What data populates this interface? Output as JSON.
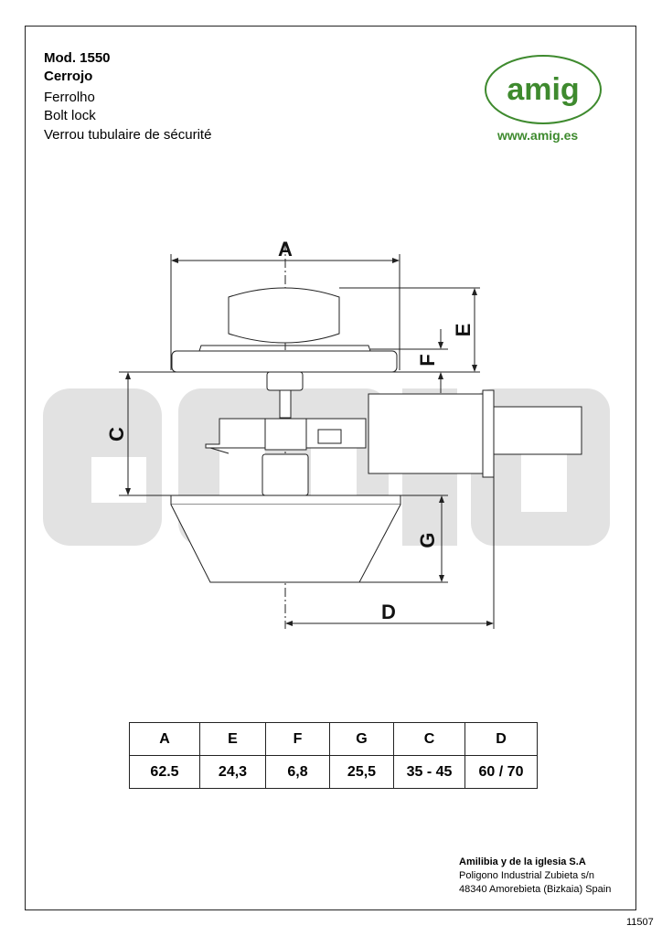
{
  "header": {
    "model": "Mod. 1550",
    "name_es": "Cerrojo",
    "name_pt": "Ferrolho",
    "name_en": "Bolt lock",
    "name_fr": "Verrou tubulaire de sécurité"
  },
  "logo": {
    "text": "amig",
    "url": "www.amig.es",
    "color": "#3e8a2e"
  },
  "drawing": {
    "labels": {
      "A": "A",
      "E": "E",
      "F": "F",
      "C": "C",
      "G": "G",
      "D": "D"
    },
    "watermark": "amig"
  },
  "table": {
    "headers": [
      "A",
      "E",
      "F",
      "G",
      "C",
      "D"
    ],
    "values": [
      "62.5",
      "24,3",
      "6,8",
      "25,5",
      "35 - 45",
      "60 / 70"
    ]
  },
  "company": {
    "name": "Amilibia y de la iglesia S.A",
    "address1": "Poligono Industrial Zubieta s/n",
    "address2": "48340 Amorebieta (Bizkaia) Spain"
  },
  "doc_number": "11507"
}
